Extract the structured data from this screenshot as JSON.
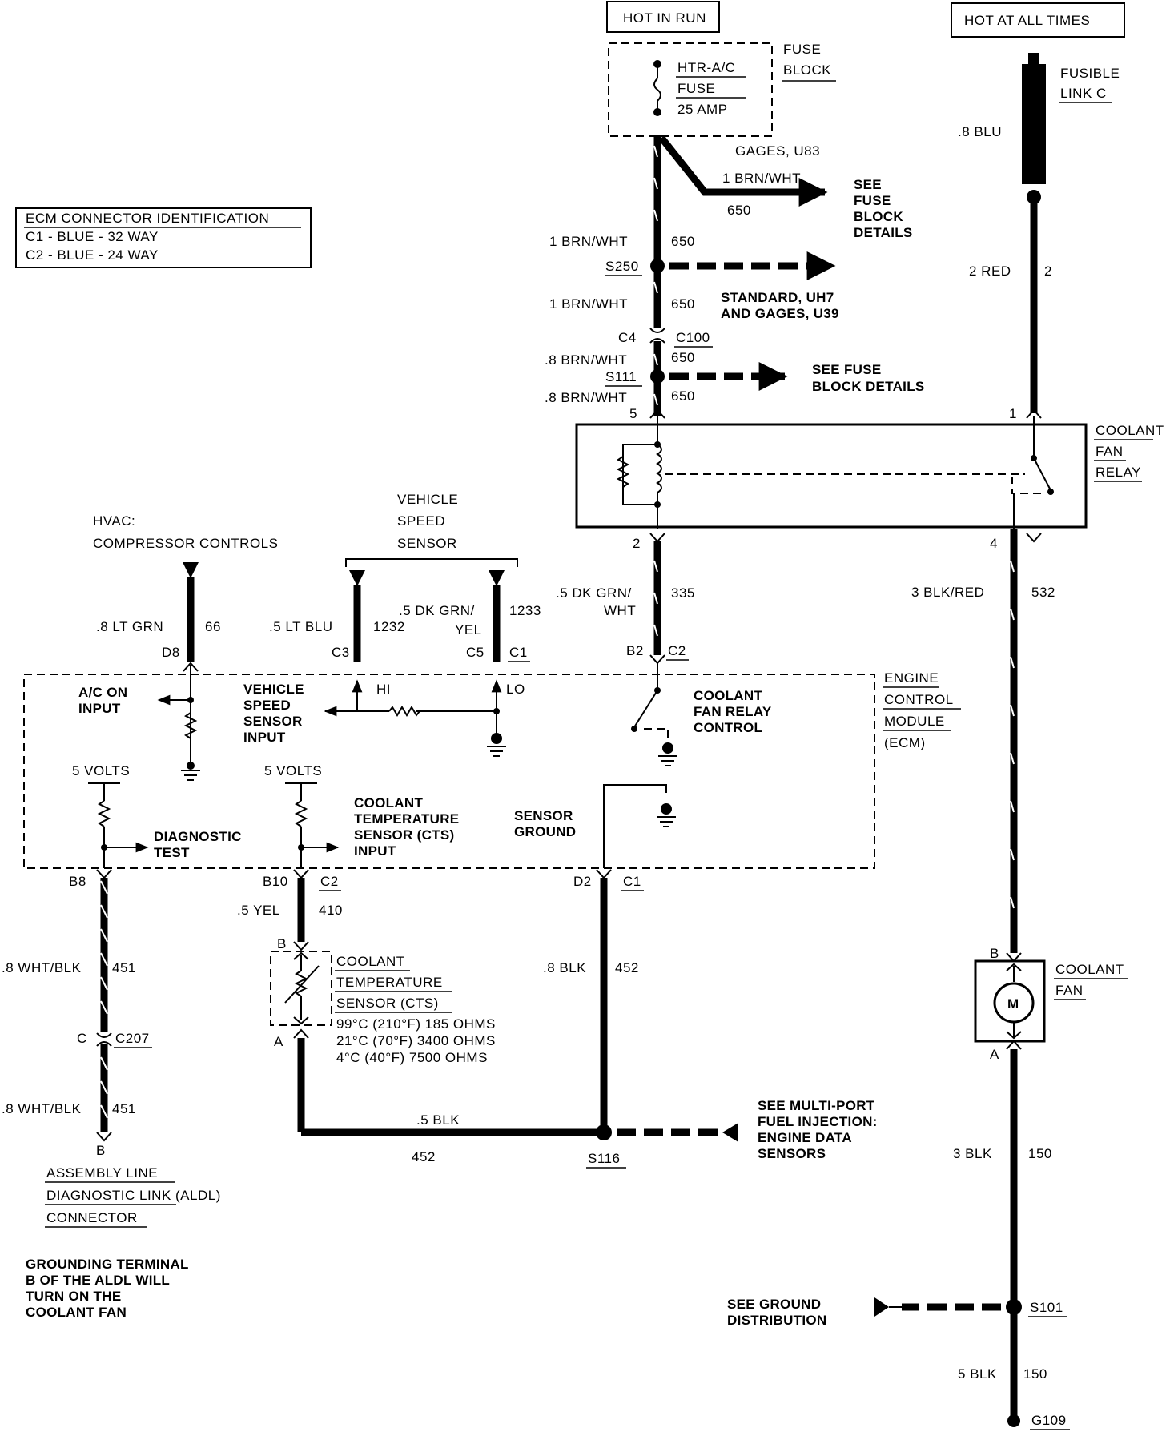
{
  "top": {
    "hot_in_run": "HOT IN RUN",
    "hot_at_all_times": "HOT AT ALL TIMES"
  },
  "fuse_block": {
    "title_line1": "FUSE",
    "title_line2": "BLOCK",
    "fuse_line1": "HTR-A/C",
    "fuse_line2": "FUSE",
    "fuse_line3": "25 AMP"
  },
  "fusible_link": {
    "line1": "FUSIBLE",
    "line2": "LINK C",
    "wire": ".8 BLU"
  },
  "ecm_id": {
    "title": "ECM CONNECTOR IDENTIFICATION",
    "c1": "C1 - BLUE - 32 WAY",
    "c2": "C2 - BLUE - 24 WAY"
  },
  "branch": {
    "gages": "GAGES, U83",
    "wire": "1 BRN/WHT",
    "circuit": "650",
    "see_line1": "SEE",
    "see_line2": "FUSE",
    "see_line3": "BLOCK",
    "see_line4": "DETAILS"
  },
  "run_wire": {
    "w1": "1 BRN/WHT",
    "c1": "650",
    "s250": "S250",
    "w2": "1 BRN/WHT",
    "c2": "650",
    "standard_line1": "STANDARD, UH7",
    "standard_line2": "AND GAGES, U39",
    "c4": "C4",
    "c100": "C100",
    "w3": ".8 BRN/WHT",
    "c3": "650",
    "s111": "S111",
    "see_fuse_line1": "SEE FUSE",
    "see_fuse_line2": "BLOCK DETAILS",
    "w4": ".8 BRN/WHT",
    "c4n": "650",
    "pin5": "5"
  },
  "red_wire": {
    "wire": "2 RED",
    "circuit": "2",
    "pin1": "1"
  },
  "relay": {
    "line1": "COOLANT",
    "line2": "FAN",
    "line3": "RELAY",
    "pin2": "2",
    "pin4": "4"
  },
  "relay_out": {
    "w1": ".5 DK GRN/",
    "w2": "WHT",
    "circuit": "335",
    "pin": "B2",
    "conn": "C2"
  },
  "fan_feed": {
    "wire": "3 BLK/RED",
    "circuit": "532"
  },
  "hvac": {
    "line1": "HVAC:",
    "line2": "COMPRESSOR CONTROLS",
    "wire": ".8 LT GRN",
    "circuit": "66",
    "pin": "D8"
  },
  "vss": {
    "line1": "VEHICLE",
    "line2": "SPEED",
    "line3": "SENSOR",
    "w1": ".5 LT BLU",
    "c1": "1232",
    "pin1": "C3",
    "w2a": ".5 DK GRN/",
    "w2b": "YEL",
    "c2": "1233",
    "pin2": "C5",
    "conn": "C1"
  },
  "ecm": {
    "title1": "ENGINE",
    "title2": "CONTROL",
    "title3": "MODULE",
    "title4": "(ECM)",
    "ac_on1": "A/C ON",
    "ac_on2": "INPUT",
    "vss1": "VEHICLE",
    "vss2": "SPEED",
    "vss3": "SENSOR",
    "vss4": "INPUT",
    "hi": "HI",
    "lo": "LO",
    "cfr1": "COOLANT",
    "cfr2": "FAN RELAY",
    "cfr3": "CONTROL",
    "five_volts_a": "5 VOLTS",
    "five_volts_b": "5 VOLTS",
    "diag1": "DIAGNOSTIC",
    "diag2": "TEST",
    "cts1": "COOLANT",
    "cts2": "TEMPERATURE",
    "cts3": "SENSOR (CTS)",
    "cts4": "INPUT",
    "sg1": "SENSOR",
    "sg2": "GROUND"
  },
  "bottom_left": {
    "b8": "B8",
    "w1": ".8 WHT/BLK",
    "c1": "451",
    "c_pin": "C",
    "c207": "C207",
    "w2": ".8 WHT/BLK",
    "c2": "451",
    "b_pin": "B",
    "aldl1": "ASSEMBLY LINE",
    "aldl2": "DIAGNOSTIC LINK (ALDL)",
    "aldl3": "CONNECTOR",
    "note1": "GROUNDING TERMINAL",
    "note2": "B OF THE ALDL WILL",
    "note3": "TURN ON THE",
    "note4": "COOLANT FAN"
  },
  "cts_sensor": {
    "b10": "B10",
    "c2": "C2",
    "wire": ".5 YEL",
    "circuit": "410",
    "pin_b": "B",
    "pin_a": "A",
    "name1": "COOLANT",
    "name2": "TEMPERATURE",
    "name3": "SENSOR (CTS)",
    "r1": "99°C (210°F) 185 OHMS",
    "r2": "21°C (70°F) 3400 OHMS",
    "r3": "4°C (40°F) 7500 OHMS"
  },
  "sensor_ground": {
    "d2": "D2",
    "c1": "C1",
    "wire": ".8 BLK",
    "circuit": "452",
    "bottom_wire": ".5 BLK",
    "bottom_circuit": "452",
    "s116": "S116",
    "see1": "SEE MULTI-PORT",
    "see2": "FUEL INJECTION:",
    "see3": "ENGINE DATA",
    "see4": "SENSORS"
  },
  "fan": {
    "pin_b": "B",
    "pin_a": "A",
    "name1": "COOLANT",
    "name2": "FAN",
    "motor": "M",
    "w1": "3 BLK",
    "c1": "150",
    "see_ground1": "SEE GROUND",
    "see_ground2": "DISTRIBUTION",
    "s101": "S101",
    "w2": "5 BLK",
    "c2": "150",
    "g109": "G109"
  }
}
